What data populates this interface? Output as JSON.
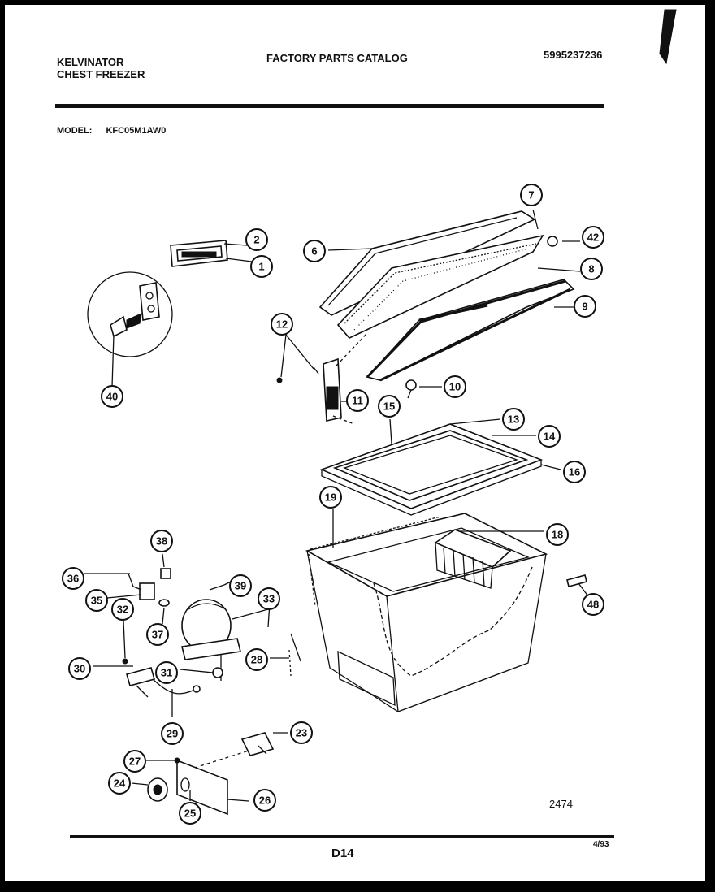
{
  "header": {
    "brand_line1": "KELVINATOR",
    "brand_line2": "CHEST FREEZER",
    "catalog_title": "FACTORY PARTS CATALOG",
    "catalog_number": "5995237236"
  },
  "model": {
    "label": "MODEL:",
    "value": "KFC05M1AW0"
  },
  "footer": {
    "drawing_number": "2474",
    "page_code": "D14",
    "date_code": "4/93"
  },
  "callouts": [
    "1",
    "2",
    "6",
    "7",
    "8",
    "9",
    "10",
    "11",
    "12",
    "13",
    "14",
    "15",
    "16",
    "18",
    "19",
    "23",
    "24",
    "25",
    "26",
    "27",
    "28",
    "29",
    "30",
    "31",
    "32",
    "33",
    "35",
    "36",
    "37",
    "38",
    "39",
    "40",
    "42",
    "48"
  ]
}
